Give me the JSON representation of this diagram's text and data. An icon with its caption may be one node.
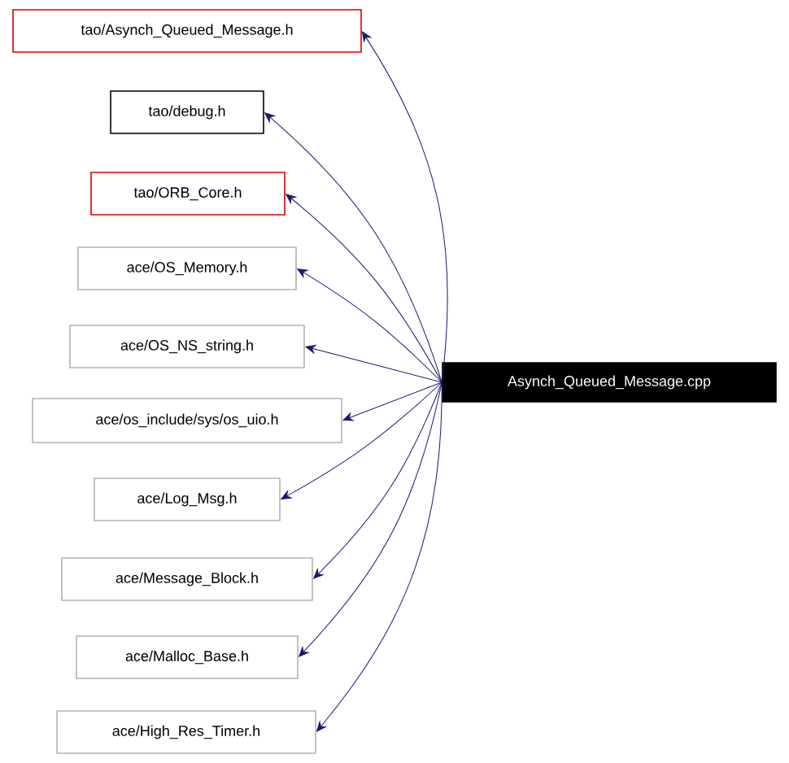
{
  "diagram": {
    "nodes": [
      {
        "text": [
          "Asynch_Queued_Message.cpp"
        ]
      },
      {
        "text": [
          "tao/Asynch_Queued_Message.h"
        ]
      },
      {
        "text": [
          "tao/debug.h"
        ]
      },
      {
        "text": [
          "tao/ORB_Core.h"
        ]
      },
      {
        "text": [
          "ace/OS_Memory.h"
        ]
      },
      {
        "text": [
          "ace/OS_NS_string.h"
        ]
      },
      {
        "text": [
          "ace/os_include/sys/os_uio.h"
        ]
      },
      {
        "text": [
          "ace/Log_Msg.h"
        ]
      },
      {
        "text": [
          "ace/Message_Block.h"
        ]
      },
      {
        "text": [
          "ace/Malloc_Base.h"
        ]
      },
      {
        "text": [
          "ace/High_Res_Timer.h"
        ]
      }
    ],
    "edges": [
      {
        "from": 0,
        "to": 1,
        "arrow": "to"
      },
      {
        "from": 0,
        "to": 2,
        "arrow": "to"
      },
      {
        "from": 0,
        "to": 3,
        "arrow": "to"
      },
      {
        "from": 0,
        "to": 4,
        "arrow": "to"
      },
      {
        "from": 0,
        "to": 5,
        "arrow": "to"
      },
      {
        "from": 0,
        "to": 6,
        "arrow": "to"
      },
      {
        "from": 0,
        "to": 7,
        "arrow": "to"
      },
      {
        "from": 0,
        "to": 8,
        "arrow": "to"
      },
      {
        "from": 0,
        "to": 9,
        "arrow": "to"
      },
      {
        "from": 0,
        "to": 10,
        "arrow": "to"
      }
    ]
  }
}
